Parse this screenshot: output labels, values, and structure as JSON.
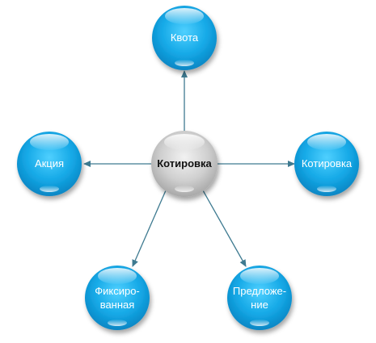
{
  "diagram": {
    "center": {
      "label": "Котировка"
    },
    "nodes": [
      {
        "id": "top",
        "label": "Квота"
      },
      {
        "id": "left",
        "label": "Акция"
      },
      {
        "id": "right",
        "label": "Котировка"
      },
      {
        "id": "bottom-left",
        "label": "Фиксиро-\nванная"
      },
      {
        "id": "bottom-right",
        "label": "Предложе-\nние"
      }
    ],
    "colors": {
      "node_fill": "#1aaee6",
      "center_fill": "#c9c9c9",
      "arrow": "#3e7a90"
    }
  }
}
